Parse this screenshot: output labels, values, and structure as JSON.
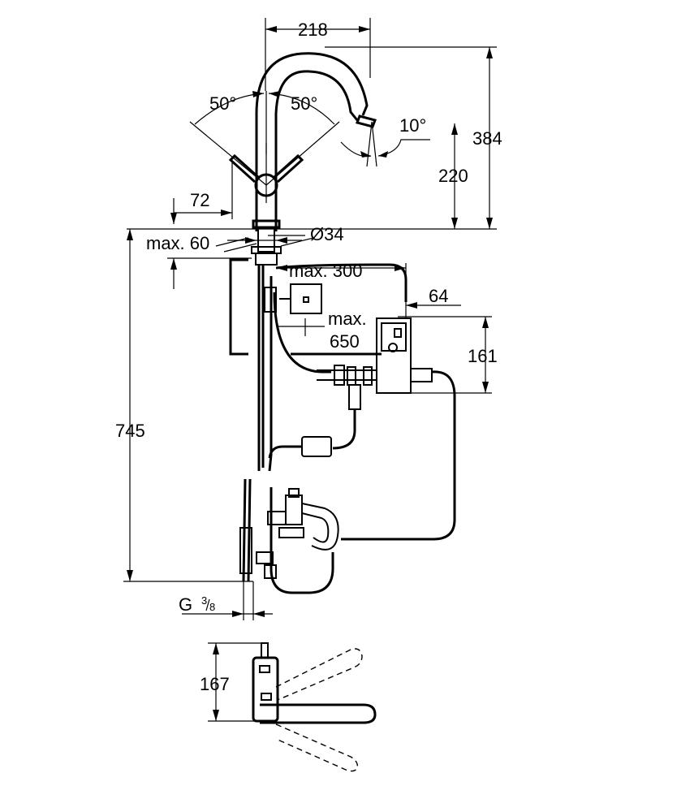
{
  "dimensions": {
    "spout_reach": "218",
    "lever_angle_left": "50°",
    "lever_angle_right": "50°",
    "spout_tilt_angle": "10°",
    "total_height": "384",
    "outlet_height": "220",
    "lever_offset": "72",
    "base_diameter": "Ø34",
    "max_deck_thickness": "max. 60",
    "max_box_distance_h": "max. 300",
    "box_width": "64",
    "max_box_distance_v_line1": "max.",
    "max_box_distance_v_line2": "650",
    "box_height": "161",
    "hose_length": "745",
    "connection_thread": "G",
    "connection_thread_fraction_num": "3",
    "connection_thread_fraction_den": "8",
    "top_view_depth": "167"
  }
}
